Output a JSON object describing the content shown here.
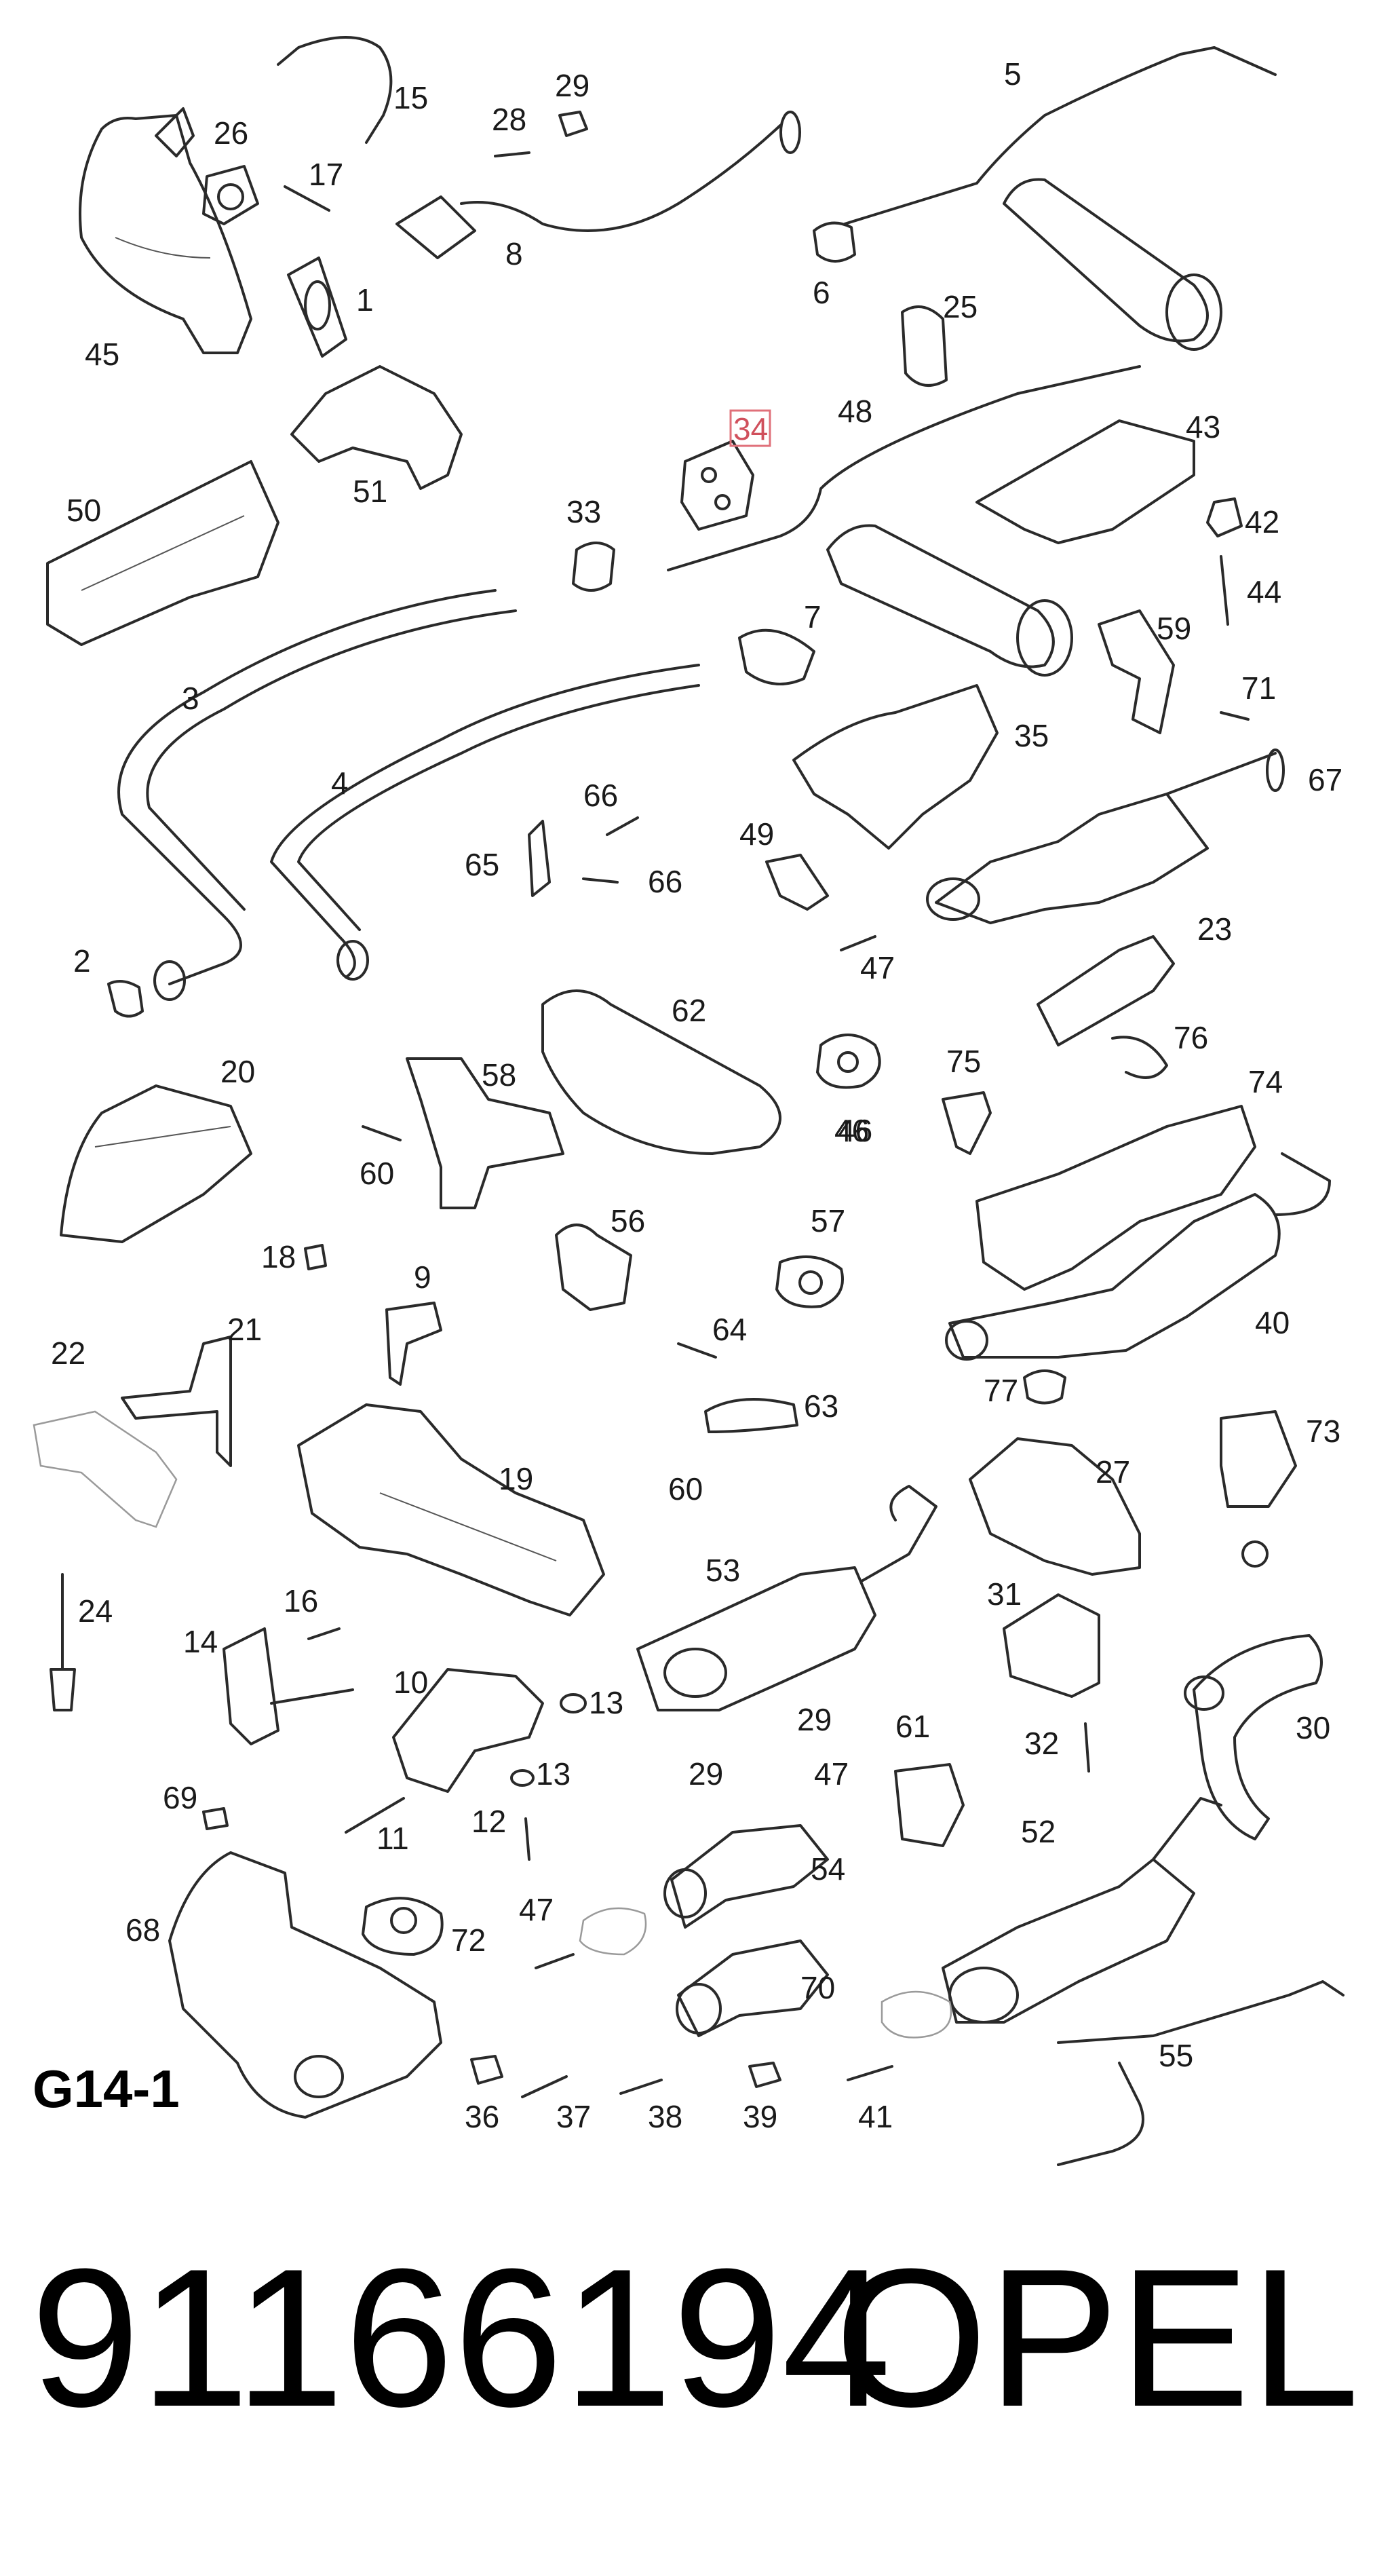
{
  "diagram": {
    "group_code": "G14-1",
    "highlighted_callout": "34",
    "callouts": [
      "1",
      "2",
      "3",
      "4",
      "5",
      "6",
      "7",
      "8",
      "9",
      "10",
      "11",
      "12",
      "13",
      "13",
      "14",
      "15",
      "16",
      "17",
      "18",
      "19",
      "20",
      "21",
      "22",
      "23",
      "24",
      "25",
      "26",
      "27",
      "28",
      "29",
      "29",
      "30",
      "31",
      "32",
      "33",
      "35",
      "36",
      "37",
      "38",
      "39",
      "40",
      "41",
      "42",
      "43",
      "44",
      "45",
      "46",
      "47",
      "47",
      "47",
      "48",
      "49",
      "50",
      "51",
      "52",
      "53",
      "54",
      "55",
      "56",
      "57",
      "58",
      "59",
      "60",
      "60",
      "61",
      "62",
      "63",
      "64",
      "65",
      "66",
      "66",
      "67",
      "68",
      "69",
      "70",
      "71",
      "72",
      "73",
      "74",
      "75",
      "76",
      "77"
    ]
  },
  "footer": {
    "part_number": "91166194",
    "brand": "OPEL"
  }
}
